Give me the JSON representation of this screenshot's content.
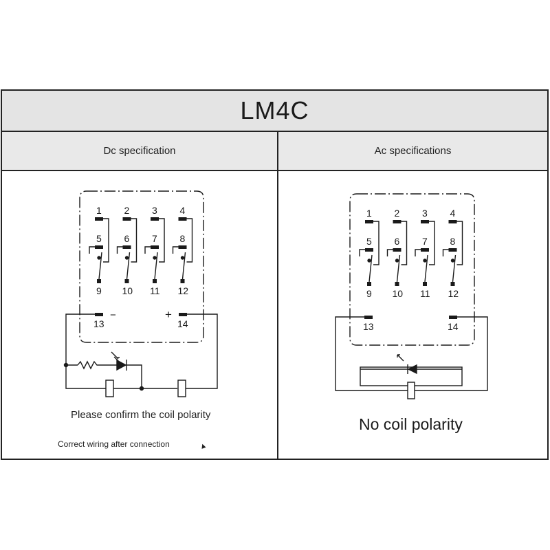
{
  "title": "LM4C",
  "dc": {
    "header": "Dc specification",
    "note": "Please confirm the coil polarity",
    "subnote": "Correct wiring after connection",
    "terminals_top": [
      "1",
      "2",
      "3",
      "4"
    ],
    "terminals_mid": [
      "5",
      "6",
      "7",
      "8"
    ],
    "terminals_bot": [
      "9",
      "10",
      "11",
      "12"
    ],
    "coil_left": "13",
    "coil_right": "14",
    "minus_sign": "−",
    "plus_sign": "+"
  },
  "ac": {
    "header": "Ac specifications",
    "note": "No coil polarity",
    "terminals_top": [
      "1",
      "2",
      "3",
      "4"
    ],
    "terminals_mid": [
      "5",
      "6",
      "7",
      "8"
    ],
    "terminals_bot": [
      "9",
      "10",
      "11",
      "12"
    ],
    "coil_left": "13",
    "coil_right": "14"
  },
  "colors": {
    "border": "#222222",
    "header_bg": "#e4e4e4",
    "line": "#1a1a1a"
  }
}
